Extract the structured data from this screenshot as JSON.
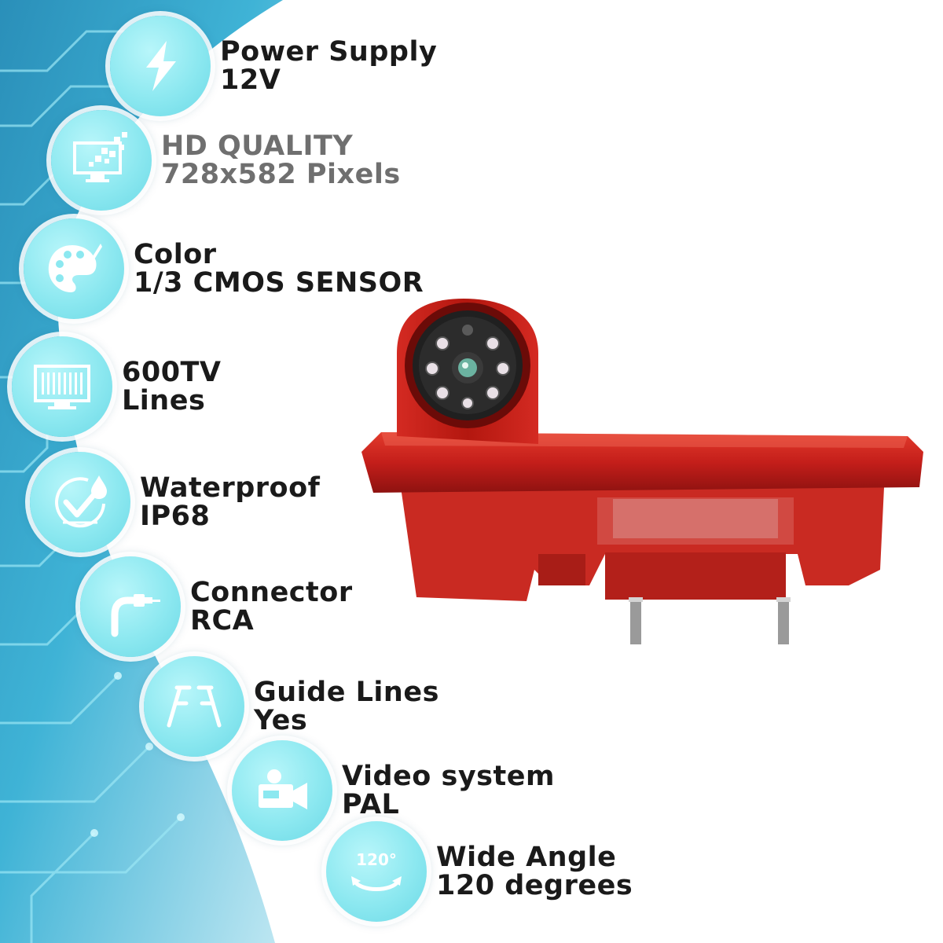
{
  "colors": {
    "circle": "#8ce8f0",
    "text": "#1a1a1a",
    "text_gray": "#6f6f6f",
    "housing_red": "#c41e1a",
    "bg_blue": "#1d6f9e"
  },
  "features": [
    {
      "icon": "lightning-icon",
      "title": "Power Supply",
      "value": "12V"
    },
    {
      "icon": "monitor-pixels-icon",
      "title": "HD QUALITY",
      "value": "728x582 Pixels"
    },
    {
      "icon": "palette-icon",
      "title": "Color",
      "value": "1/3 CMOS SENSOR"
    },
    {
      "icon": "tv-lines-icon",
      "title": "600TV",
      "value": "Lines"
    },
    {
      "icon": "waterproof-icon",
      "title": "Waterproof",
      "value": "IP68"
    },
    {
      "icon": "rca-connector-icon",
      "title": "Connector",
      "value": "RCA"
    },
    {
      "icon": "guide-lines-icon",
      "title": "Guide Lines",
      "value": "Yes"
    },
    {
      "icon": "video-camera-icon",
      "title": "Video system",
      "value": "PAL"
    },
    {
      "icon": "wide-angle-icon",
      "title": "Wide Angle",
      "value": "120 degrees",
      "badge": "120°"
    }
  ]
}
